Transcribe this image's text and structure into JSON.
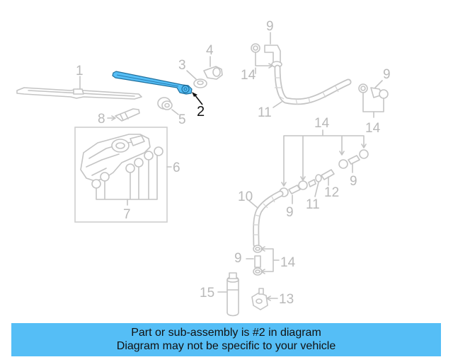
{
  "diagram": {
    "colors": {
      "highlight": "#55bef6",
      "outline": "#c4c4c4",
      "label_gray": "#b9b9b9",
      "highlight_label": "#111111"
    },
    "callouts": {
      "c1": "1",
      "c2": "2",
      "c3": "3",
      "c4": "4",
      "c5": "5",
      "c6": "6",
      "c7": "7",
      "c8": "8",
      "c9a": "9",
      "c9b": "9",
      "c9c": "9",
      "c9d": "9",
      "c9e": "9",
      "c10": "10",
      "c11a": "11",
      "c11b": "11",
      "c12": "12",
      "c13": "13",
      "c14a": "14",
      "c14b": "14",
      "c14c": "14",
      "c14d": "14",
      "c15": "15"
    },
    "highlighted_part": "2"
  },
  "banner": {
    "line1": "Part or sub-assembly is #2 in diagram",
    "line2": "Diagram may not be specific to your vehicle"
  }
}
